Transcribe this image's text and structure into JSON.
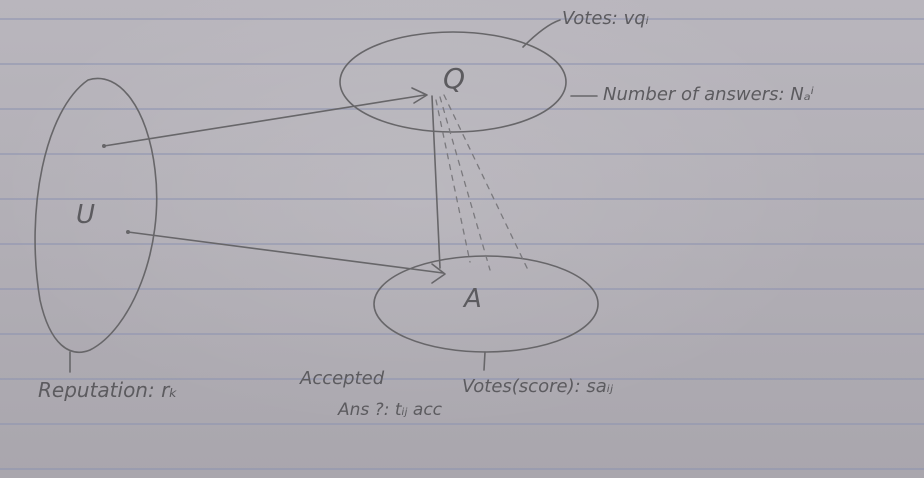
{
  "labels": {
    "votes_q": "Votes: vqᵢ",
    "num_answers": "Number of answers: Nₐⁱ",
    "reputation": "Reputation: rₖ",
    "accepted_line1": "Accepted",
    "accepted_line2": "Ans ?: tᵢⱼ acc",
    "votes_score": "Votes(score): saᵢⱼ"
  },
  "nodes": {
    "user": "U",
    "question": "Q",
    "answer": "A"
  },
  "colors": {
    "paper": "#b5b2b9",
    "rule_line": "#8e93b0",
    "pencil": "#676669"
  }
}
